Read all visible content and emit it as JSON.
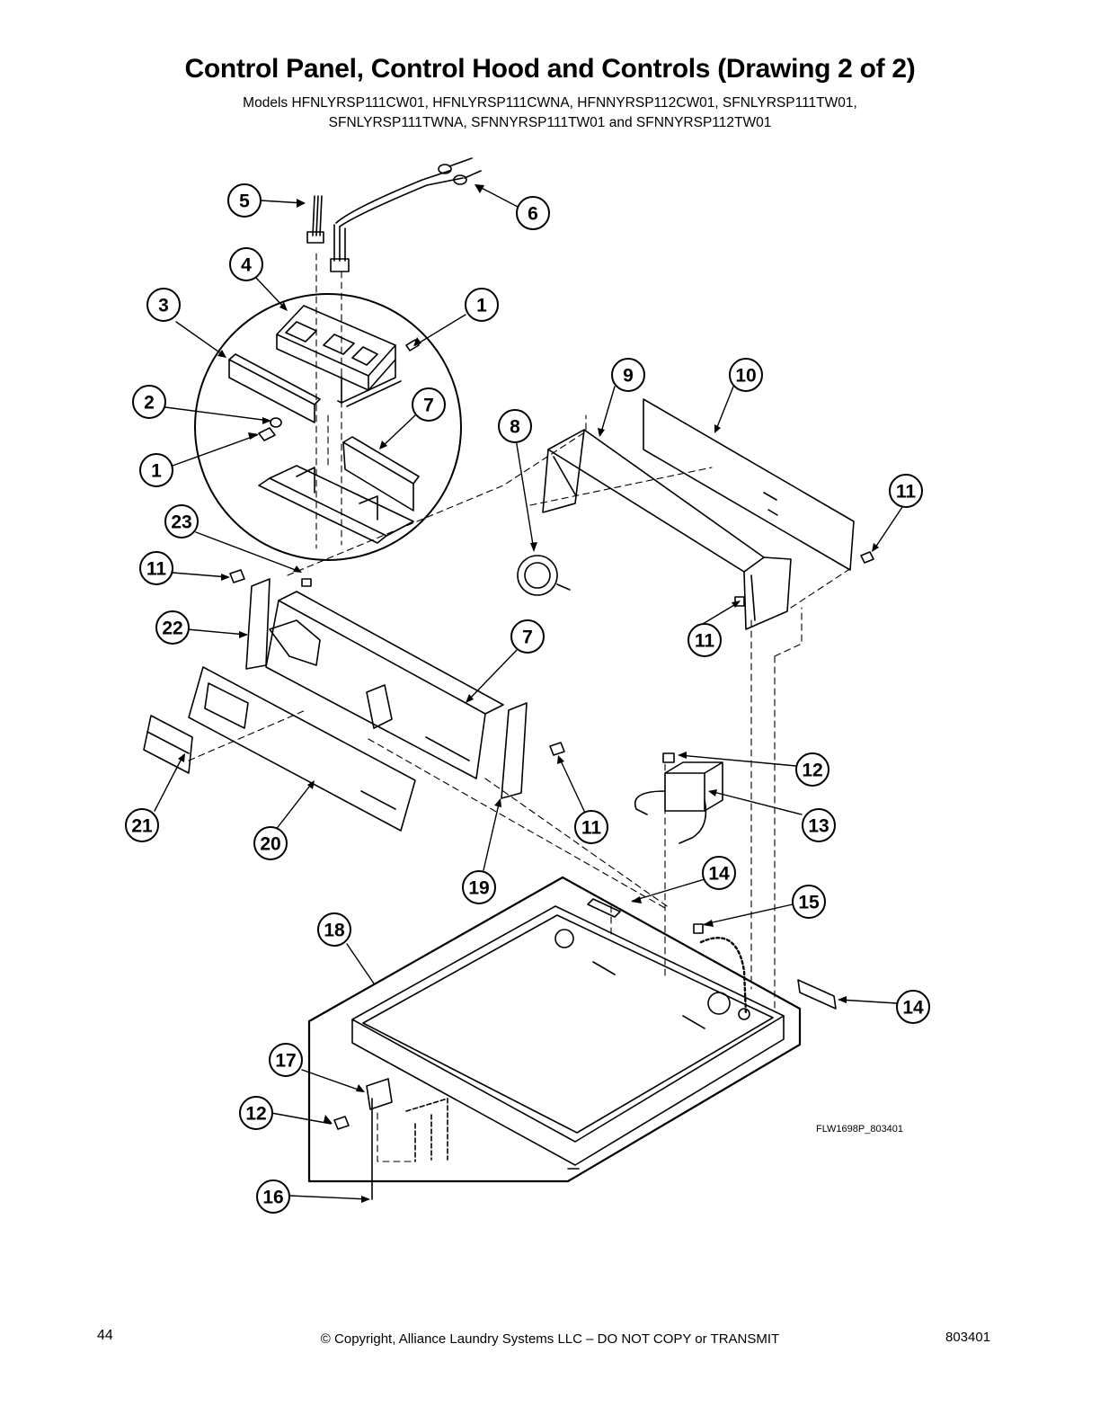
{
  "title": "Control Panel, Control Hood and Controls (Drawing 2 of 2)",
  "models_line1": "Models HFNLYRSP111CW01, HFNLYRSP111CWNA, HFNNYRSP112CW01, SFNLYRSP111TW01,",
  "models_line2": "SFNLYRSP111TWNA, SFNNYRSP111TW01 and SFNNYRSP112TW01",
  "drawing_ref": "FLW1698P_803401",
  "footer": {
    "page_number": "44",
    "copyright": "© Copyright, Alliance Laundry Systems LLC – DO NOT COPY or TRANSMIT",
    "doc_number": "803401"
  },
  "callouts": [
    "5",
    "6",
    "4",
    "3",
    "1",
    "2",
    "7",
    "1",
    "8",
    "9",
    "10",
    "11",
    "23",
    "11",
    "22",
    "7",
    "11",
    "12",
    "13",
    "21",
    "20",
    "11",
    "19",
    "14",
    "15",
    "18",
    "14",
    "17",
    "12",
    "16"
  ]
}
